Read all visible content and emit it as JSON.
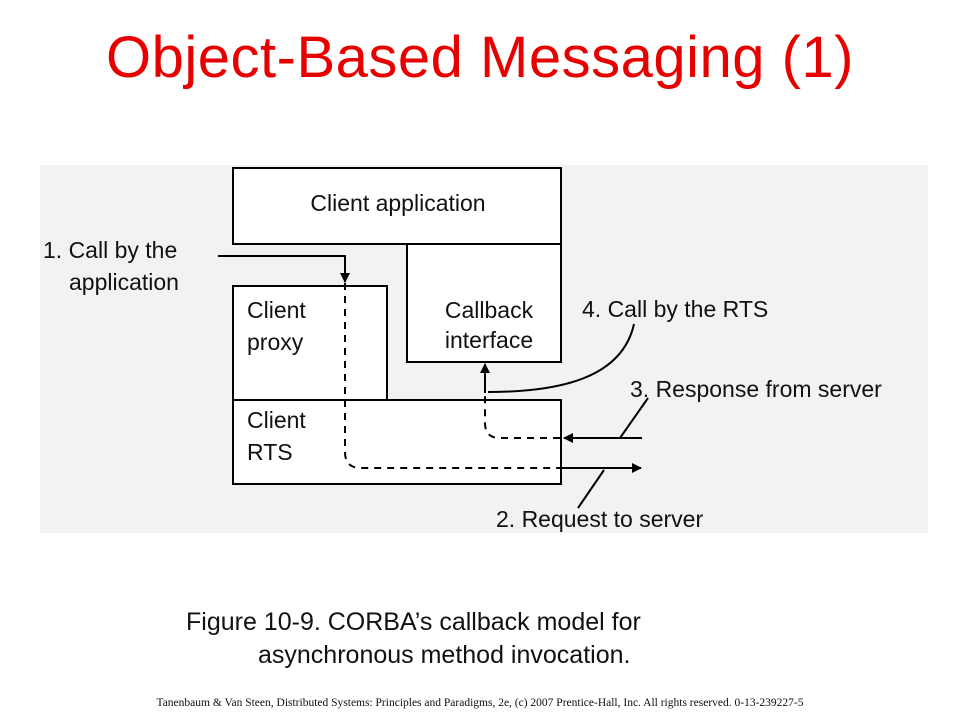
{
  "title": "Object-Based Messaging (1)",
  "diagram": {
    "client_application": "Client application",
    "client_proxy": [
      "Client",
      "proxy"
    ],
    "callback_interface": [
      "Callback",
      "interface"
    ],
    "client_rts": [
      "Client",
      "RTS"
    ],
    "label_call_by_application": [
      "1. Call by the",
      "application"
    ],
    "label_request_to_server": "2. Request to server",
    "label_response_from_server": "3. Response from server",
    "label_call_by_rts": "4. Call by the RTS"
  },
  "caption": {
    "line1": "Figure 10-9. CORBA’s callback model for",
    "line2": "asynchronous method invocation."
  },
  "footer": "Tanenbaum & Van Steen, Distributed Systems: Principles and Paradigms, 2e, (c) 2007 Prentice-Hall, Inc. All rights reserved. 0-13-239227-5"
}
